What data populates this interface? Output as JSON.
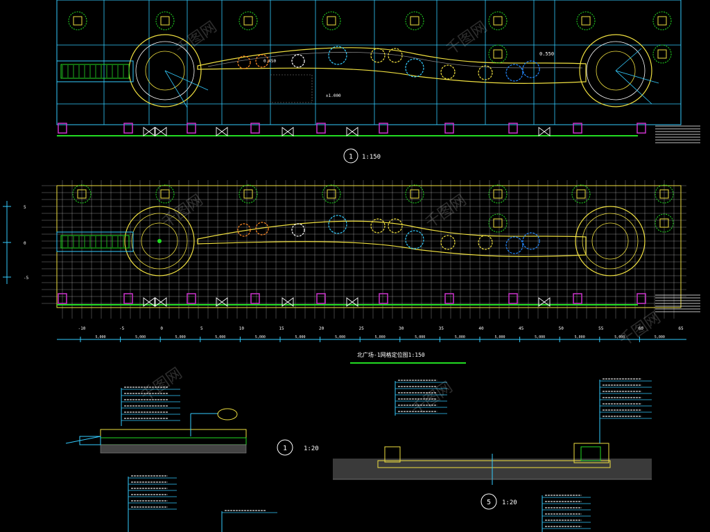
{
  "colors": {
    "background": "#000000",
    "cyan": "#33ccff",
    "yellow": "#f0e040",
    "green": "#22dd22",
    "magenta": "#cc33cc",
    "white": "#ffffff",
    "orange": "#ff8822",
    "blue": "#2288ff",
    "grey": "#888888"
  },
  "plan_top": {
    "scale_number": "1",
    "scale_label": "1:150",
    "elevation_top": "0.550",
    "elevation_mid": "±1.000",
    "elevation_left": "0.450"
  },
  "plan_grid": {
    "caption": "北广场-1网格定位图1:150",
    "axis_numbers": [
      "-10",
      "-5",
      "0",
      "5",
      "10",
      "15",
      "20",
      "25",
      "30",
      "35",
      "40",
      "45",
      "50",
      "55",
      "60",
      "65"
    ],
    "dim_values": [
      "5,000",
      "5,000",
      "5,000",
      "5,000",
      "5,000",
      "5,000",
      "5,000",
      "5,000",
      "5,000",
      "5,000",
      "5,000",
      "5,000",
      "5,000",
      "5,000",
      "5,000"
    ],
    "left_marks": [
      "5",
      "0",
      "-5"
    ]
  },
  "detail_1": {
    "number": "1",
    "scale": "1:20"
  },
  "detail_5": {
    "number": "5",
    "scale": "1:20"
  },
  "watermark": "千图网"
}
